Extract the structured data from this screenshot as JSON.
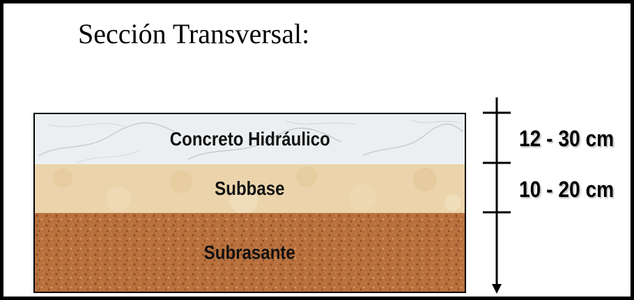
{
  "title": "Sección Transversal:",
  "layers": [
    {
      "label": "Concreto Hidráulico",
      "color": "#e9ecee"
    },
    {
      "label": "Subbase",
      "color": "#ead2a8"
    },
    {
      "label": "Subrasante",
      "color": "#b86f3c"
    }
  ],
  "dimensions": [
    {
      "label": "12 - 30 cm"
    },
    {
      "label": "10 - 20 cm"
    }
  ]
}
